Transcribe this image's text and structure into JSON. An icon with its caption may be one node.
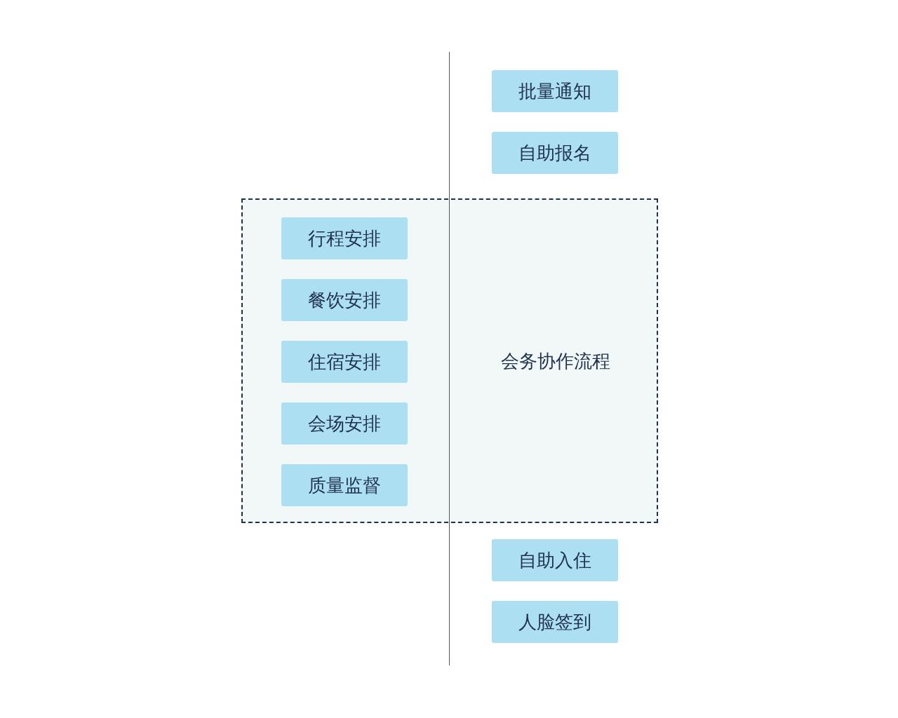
{
  "diagram": {
    "nodes": [
      {
        "text": [
          "批量通知"
        ]
      },
      {
        "text": [
          "自助报名"
        ]
      },
      {
        "text": [
          "会务协作流程"
        ]
      },
      {
        "text": [
          "行程安排"
        ],
        "in": 2
      },
      {
        "text": [
          "餐饮安排"
        ],
        "in": 2
      },
      {
        "text": [
          "住宿安排"
        ],
        "in": 2
      },
      {
        "text": [
          "会场安排"
        ],
        "in": 2
      },
      {
        "text": [
          "质量监督"
        ],
        "in": 2
      },
      {
        "text": [
          "自助入住"
        ]
      },
      {
        "text": [
          "人脸签到"
        ]
      }
    ]
  }
}
